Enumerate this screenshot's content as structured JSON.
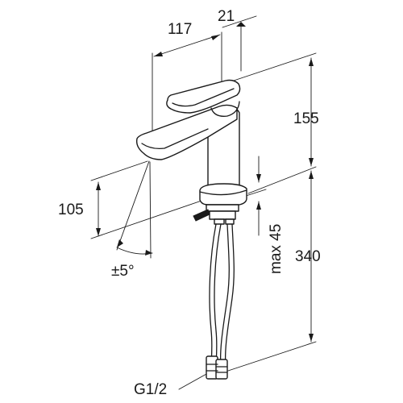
{
  "drawing": {
    "dimensions": {
      "spout_reach": "117",
      "body_offset": "21",
      "total_height": "155",
      "spout_height": "105",
      "hose_length": "340",
      "max_deck_thickness": "max 45",
      "tilt_angle": "±5°",
      "connection_thread": "G1/2"
    }
  }
}
